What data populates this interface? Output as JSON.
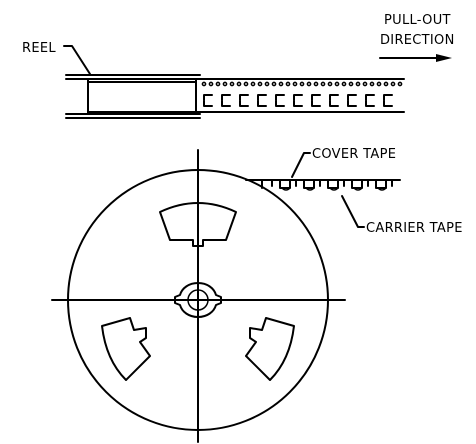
{
  "labels": {
    "reel": "REEL",
    "pull_out_line1": "PULL-OUT",
    "pull_out_line2": "DIRECTION",
    "cover_tape": "COVER TAPE",
    "carrier_tape": "CARRIER TAPE"
  },
  "colors": {
    "stroke": "#000000",
    "background": "#ffffff"
  },
  "icons": {
    "arrow": "arrow-right-icon"
  }
}
